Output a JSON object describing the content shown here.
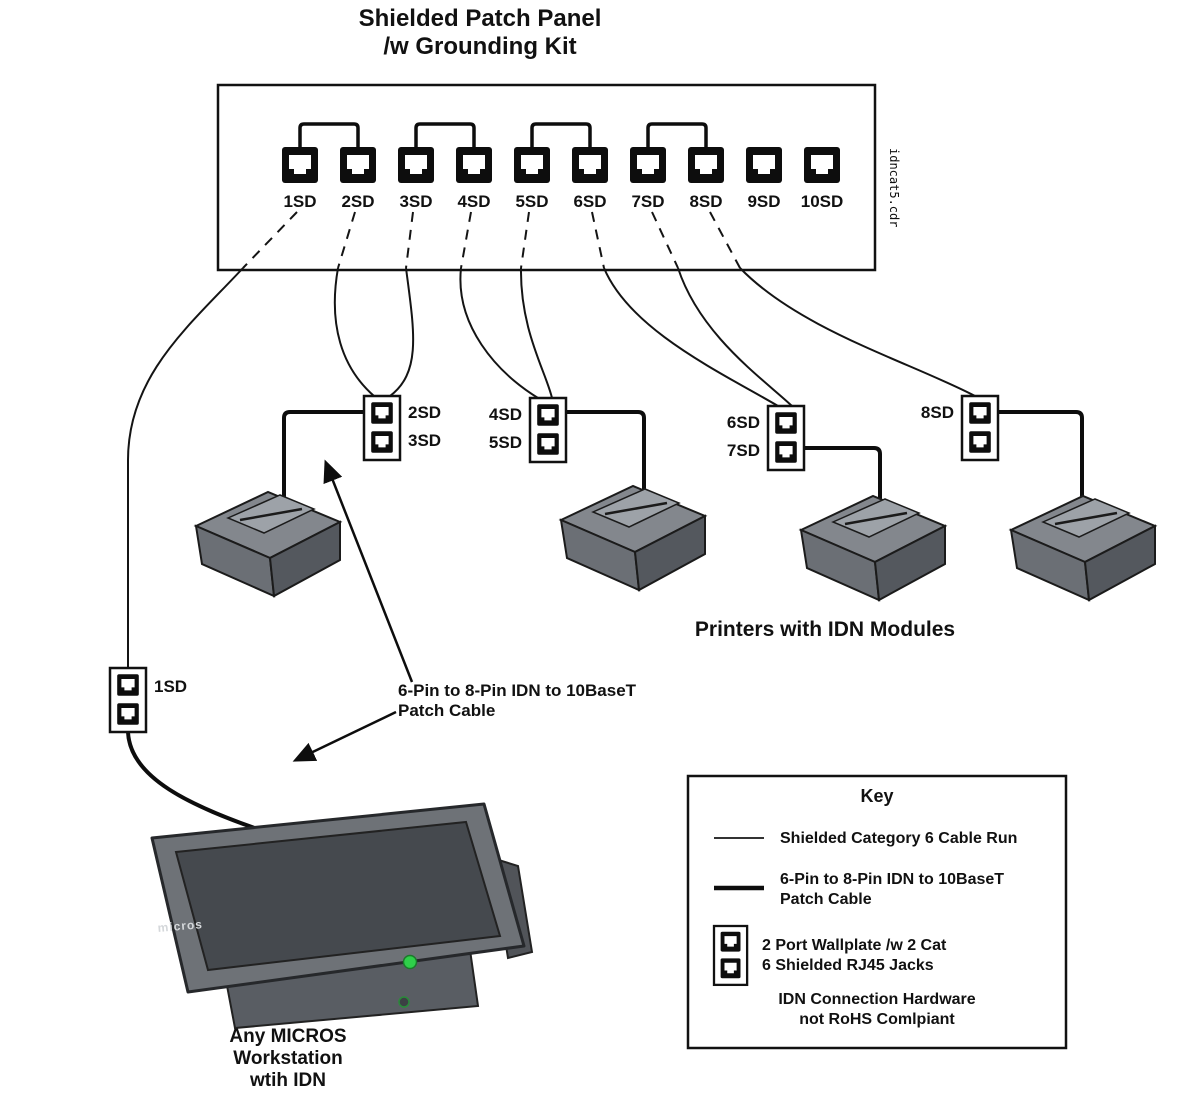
{
  "title": {
    "line1": "Shielded Patch Panel",
    "line2": "/w Grounding Kit"
  },
  "watermark": "idncat5.cdr",
  "patch_panel": {
    "jacks": [
      {
        "label": "1SD"
      },
      {
        "label": "2SD"
      },
      {
        "label": "3SD"
      },
      {
        "label": "4SD"
      },
      {
        "label": "5SD"
      },
      {
        "label": "6SD"
      },
      {
        "label": "7SD"
      },
      {
        "label": "8SD"
      },
      {
        "label": "9SD"
      },
      {
        "label": "10SD"
      }
    ]
  },
  "wallplates": [
    {
      "labels": [
        "2SD",
        "3SD"
      ]
    },
    {
      "labels": [
        "4SD",
        "5SD"
      ]
    },
    {
      "labels": [
        "6SD",
        "7SD"
      ]
    },
    {
      "labels": [
        "8SD"
      ]
    },
    {
      "labels": [
        "1SD"
      ]
    }
  ],
  "printers_caption": "Printers with IDN Modules",
  "patch_cable_note": {
    "line1": "6-Pin to 8-Pin IDN to 10BaseT",
    "line2": "Patch Cable"
  },
  "workstation": {
    "brand": "micros",
    "caption_line1": "Any MICROS",
    "caption_line2": "Workstation",
    "caption_line3": "wtih IDN"
  },
  "key": {
    "title": "Key",
    "thin_line_label": "Shielded Category 6 Cable Run",
    "thick_line_label_1": "6-Pin to 8-Pin IDN to 10BaseT",
    "thick_line_label_2": "Patch Cable",
    "wallplate_label_1": "2 Port Wallplate /w 2 Cat",
    "wallplate_label_2": "6 Shielded RJ45 Jacks",
    "note_line1": "IDN Connection Hardware",
    "note_line2": "not RoHS Comlpiant"
  },
  "colors": {
    "led_green": "#2fcf4a",
    "watermark_gray": "#a8a8a8"
  }
}
